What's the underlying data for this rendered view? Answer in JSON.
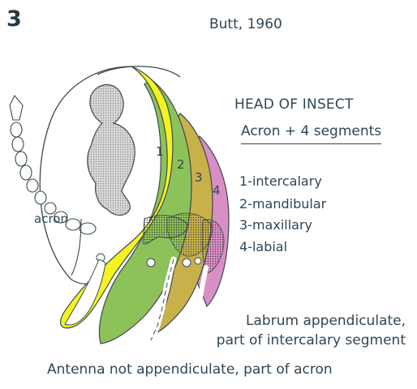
{
  "figure_number": "3",
  "citation": "Butt, 1960",
  "title": "HEAD OF INSECT",
  "subtitle": "Acron + 4 segments",
  "legend": [
    "1-intercalary",
    "2-mandibular",
    "3-maxillary",
    "4-labial"
  ],
  "diagram": {
    "acron_label": "acron",
    "segment_numbers": [
      "1",
      "2",
      "3",
      "4"
    ],
    "colors": {
      "outline": "#3a4a50",
      "intercalary": "#f6f222",
      "mandibular": "#8dc25a",
      "maxillary": "#c8b04a",
      "labial": "#d98ec5",
      "brain": "#d9d9d9"
    }
  },
  "notes": {
    "labrum_line1": "Labrum appendiculate,",
    "labrum_line2": "part of intercalary segment",
    "antenna": "Antenna not appendiculate, part of acron"
  }
}
